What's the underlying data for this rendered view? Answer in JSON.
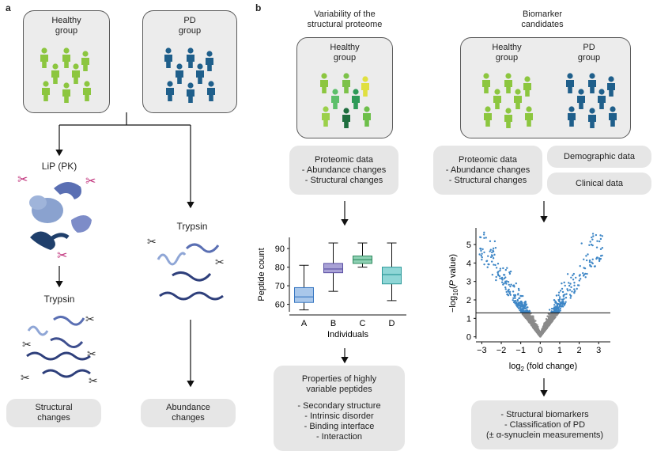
{
  "panels": {
    "a": "a",
    "b": "b"
  },
  "panel_a": {
    "healthy_group": [
      "Healthy",
      "group"
    ],
    "pd_group": [
      "PD",
      "group"
    ],
    "lip_label": "LiP (PK)",
    "trypsin_left": "Trypsin",
    "trypsin_right": "Trypsin",
    "structural_changes": [
      "Structural",
      "changes"
    ],
    "abundance_changes": [
      "Abundance",
      "changes"
    ]
  },
  "panel_b_left": {
    "title": [
      "Variability of the",
      "structural proteome"
    ],
    "healthy_group": [
      "Healthy",
      "group"
    ],
    "proteomic": [
      "Proteomic data",
      "- Abundance changes",
      "- Structural changes"
    ],
    "properties": [
      "Properties of highly",
      "variable peptides",
      "",
      "- Secondary structure",
      "- Intrinsic disorder",
      "- Binding interface",
      "- Interaction"
    ]
  },
  "panel_b_right": {
    "title": [
      "Biomarker",
      "candidates"
    ],
    "healthy_group": [
      "Healthy",
      "group"
    ],
    "pd_group": [
      "PD",
      "group"
    ],
    "proteomic": [
      "Proteomic data",
      "- Abundance changes",
      "- Structural changes"
    ],
    "demographic": "Demographic data",
    "clinical": "Clinical data",
    "outcomes": [
      "- Structural biomarkers",
      "- Classification of PD",
      "(± α-synuclein measurements)"
    ]
  },
  "colors": {
    "healthy_green": "#8cc63f",
    "pd_blue": "#1f5f8b",
    "box_A": "#a9c7ea",
    "box_B": "#a9a2d6",
    "box_C": "#8fd1b4",
    "box_D": "#8fd6d6",
    "volcano_sig": "#3d86c6",
    "volcano_ns": "#8a8a8a"
  },
  "chart_data": [
    {
      "type": "box",
      "categories": [
        "A",
        "B",
        "C",
        "D"
      ],
      "series": [
        {
          "min": 57,
          "q1": 61,
          "median": 64,
          "q3": 69,
          "max": 81
        },
        {
          "min": 67,
          "q1": 77,
          "median": 79,
          "q3": 82,
          "max": 93
        },
        {
          "min": 80,
          "q1": 82,
          "median": 84,
          "q3": 86,
          "max": 93
        },
        {
          "min": 62,
          "q1": 71,
          "median": 76,
          "q3": 80,
          "max": 93
        }
      ],
      "xlabel": "Individuals",
      "ylabel": "Peptide count",
      "yticks": [
        60,
        70,
        80,
        90
      ],
      "ylim": [
        56,
        96
      ]
    },
    {
      "type": "scatter",
      "title": "",
      "xlabel_parts": [
        "log",
        "2",
        " (fold change)"
      ],
      "ylabel_parts": [
        "−log",
        "10",
        "(",
        "P",
        " value)"
      ],
      "xticks": [
        -3,
        -2,
        -1,
        0,
        1,
        2,
        3
      ],
      "yticks": [
        0,
        1,
        2,
        3,
        4,
        5
      ],
      "xlim": [
        -3.3,
        3.6
      ],
      "ylim": [
        -0.1,
        5.9
      ],
      "threshold_y": 1.3,
      "points_approx": 1500
    }
  ]
}
